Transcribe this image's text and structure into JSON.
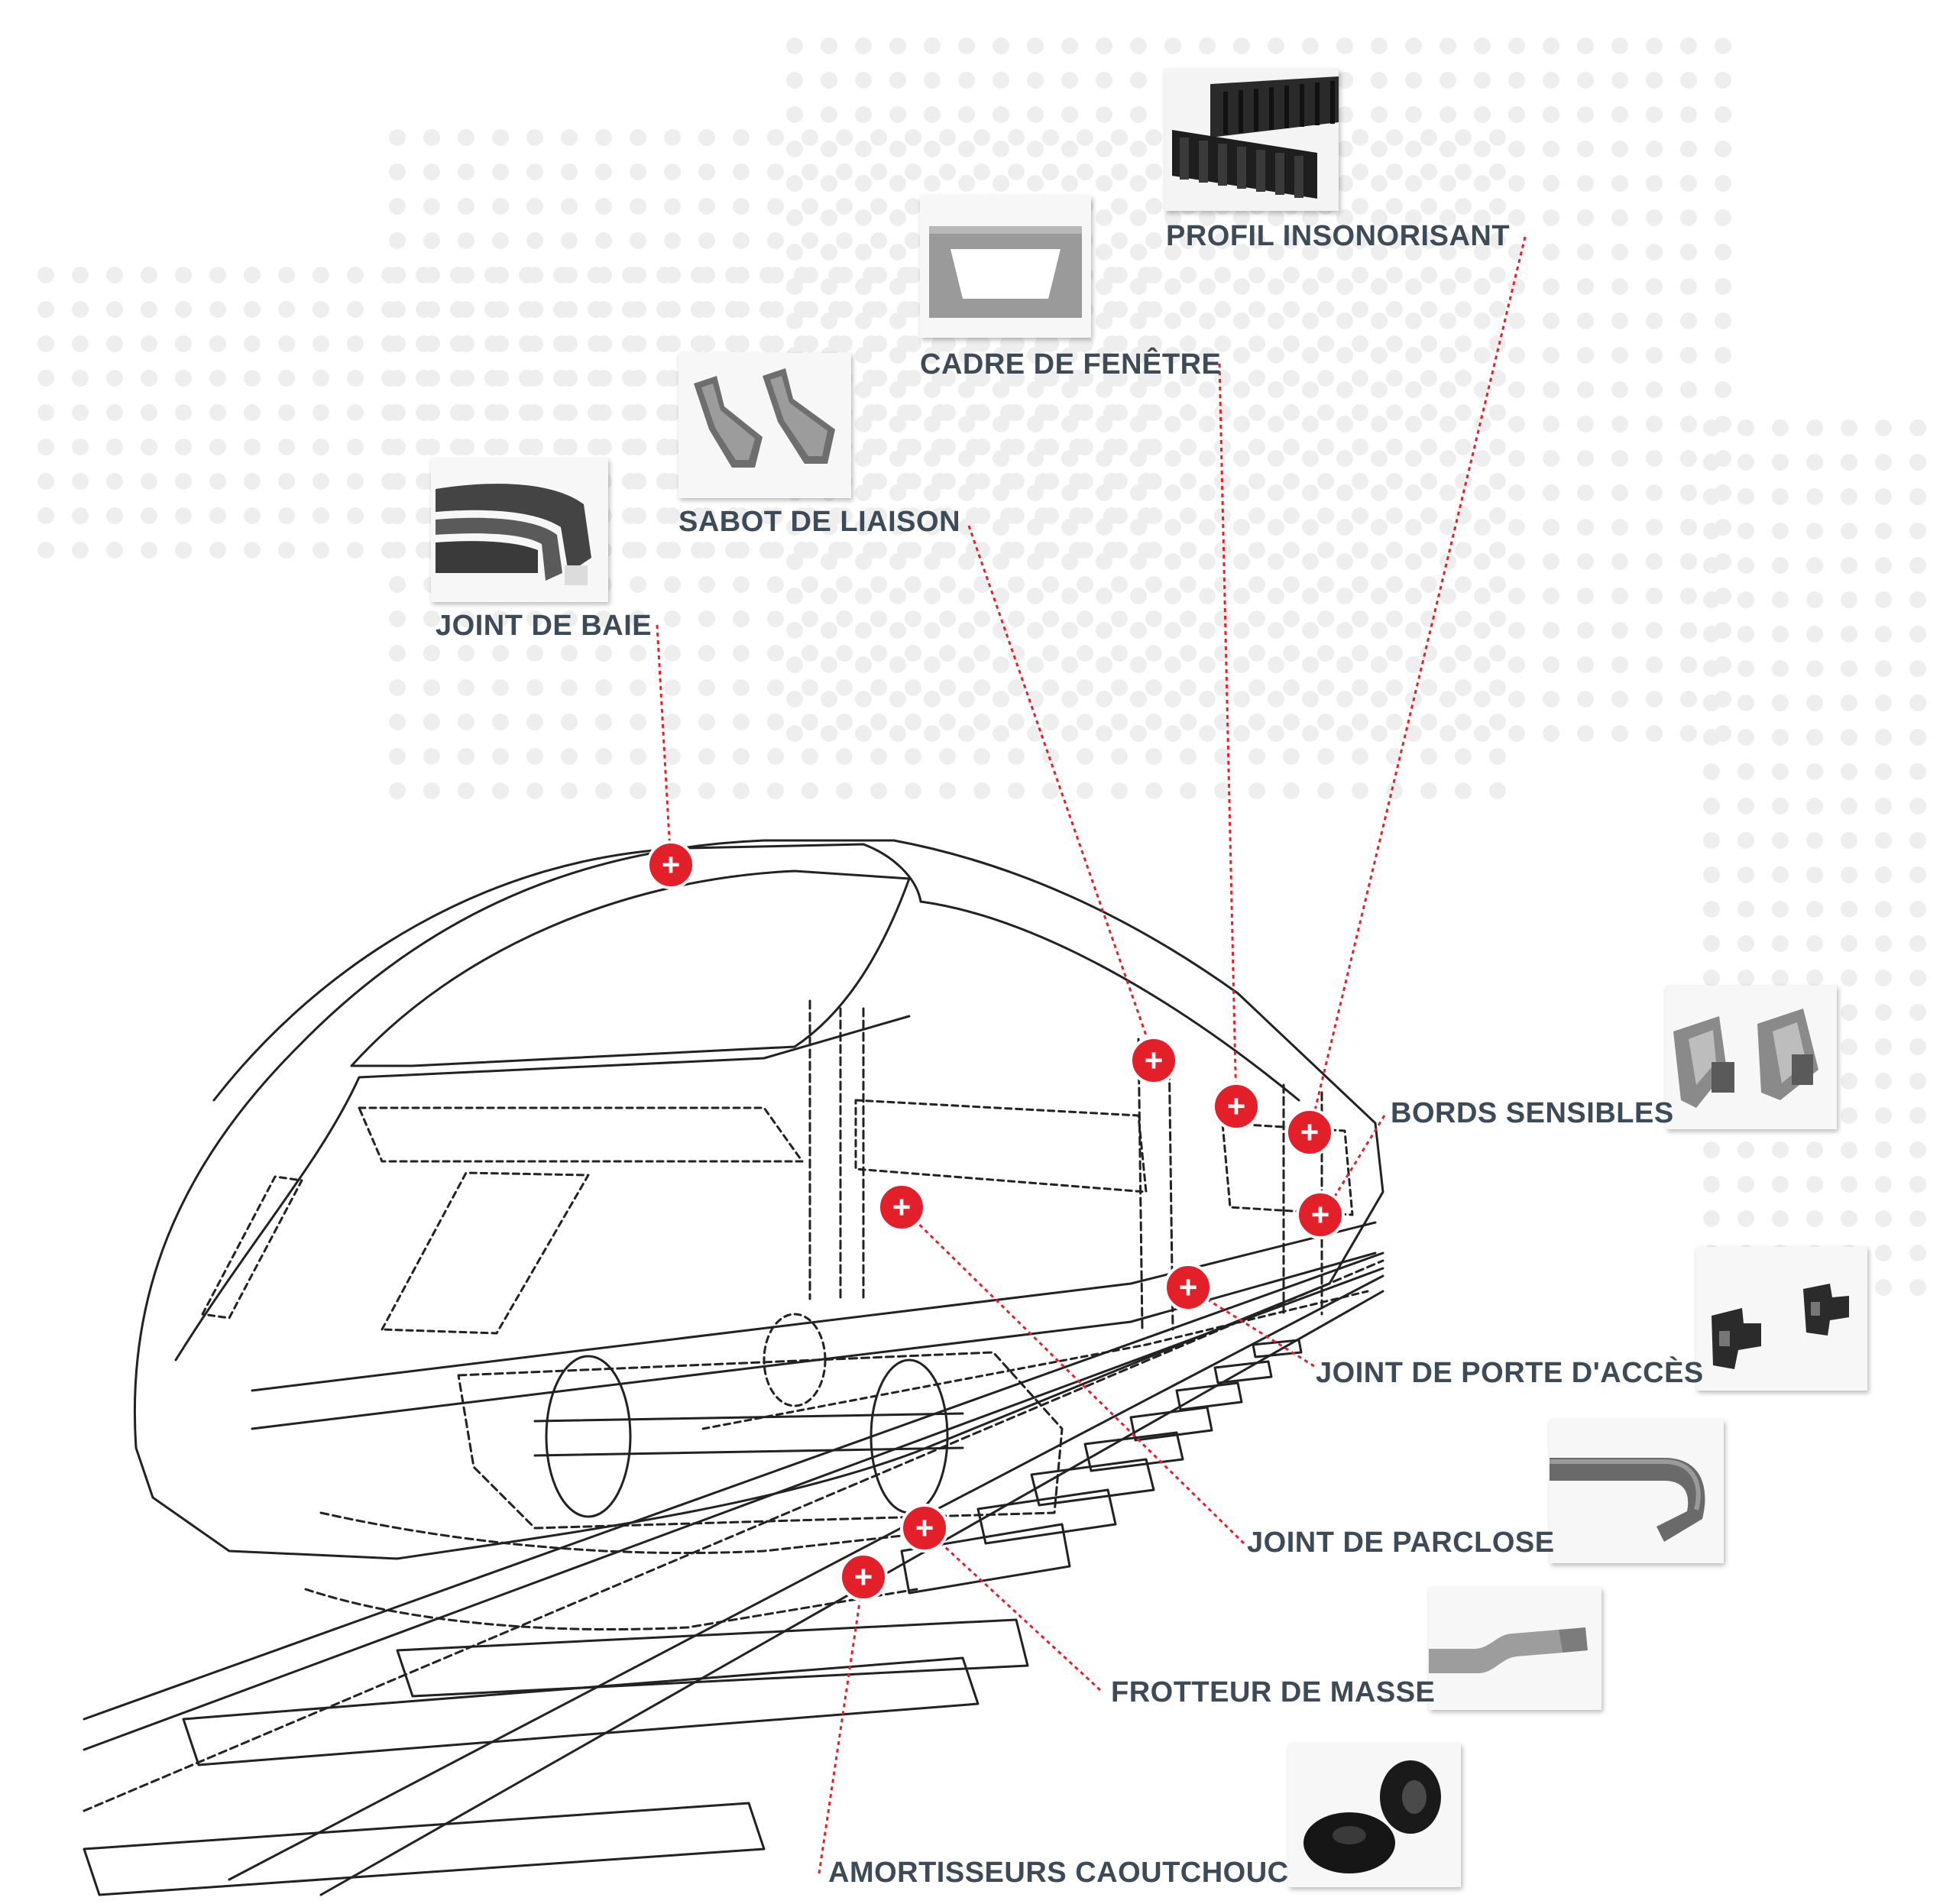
{
  "colors": {
    "accent_red": "#e3202a",
    "label_text": "#3c4b57",
    "line_drawing": "#222222",
    "dot_grid": "#eeeeee"
  },
  "parts": [
    {
      "id": "profil-insonorisant",
      "label": "PROFIL INSONORISANT",
      "image": "black-ribbed-rubber-profile"
    },
    {
      "id": "cadre-de-fenetre",
      "label": "CADRE DE FENÊTRE",
      "image": "grey-window-frame-section"
    },
    {
      "id": "sabot-de-liaison",
      "label": "SABOT DE LIAISON",
      "image": "grey-connector-shoe-profiles"
    },
    {
      "id": "joint-de-baie",
      "label": "JOINT DE BAIE",
      "image": "curved-bay-seal-profile"
    },
    {
      "id": "bords-sensibles",
      "label": "BORDS SENSIBLES",
      "image": "aluminium-sensitive-edge-profiles"
    },
    {
      "id": "joint-de-porte-dacces",
      "label": "JOINT DE PORTE D'ACCÈS",
      "image": "small-black-door-seal-profiles"
    },
    {
      "id": "joint-de-parclose",
      "label": "JOINT DE PARCLOSE",
      "image": "bent-glazing-bead-seal"
    },
    {
      "id": "frotteur-de-masse",
      "label": "FROTTEUR DE MASSE",
      "image": "grey-earth-rubbing-strip"
    },
    {
      "id": "amortisseurs-caoutchouc",
      "label": "AMORTISSEURS CAOUTCHOUC",
      "image": "black-rubber-buffer-rings"
    }
  ],
  "marker_symbol": "+"
}
